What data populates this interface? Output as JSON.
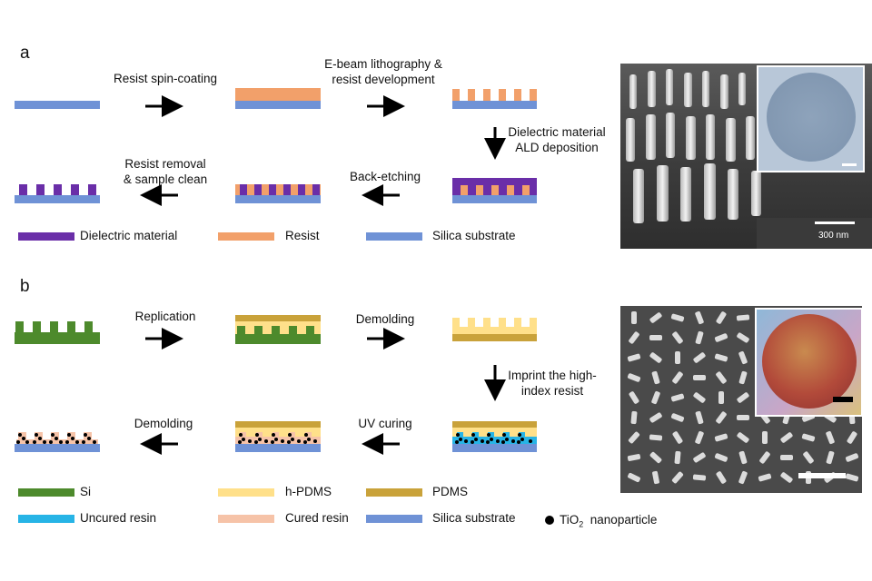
{
  "colors": {
    "dielectric": "#6a2ea8",
    "resist": "#f2a06a",
    "silica": "#6f92d6",
    "si": "#4d8a2c",
    "h_pdms": "#ffe08a",
    "pdms": "#c9a23a",
    "uncured": "#27b4e6",
    "cured": "#f6c3a8",
    "arrow": "#000000"
  },
  "panel_a": {
    "letter": "a",
    "steps": {
      "spin": "Resist spin-coating",
      "ebeam_1": "E-beam lithography &",
      "ebeam_2": "resist development",
      "ald_1": "Dielectric material",
      "ald_2": "ALD deposition",
      "backetch": "Back-etching",
      "removal_1": "Resist removal",
      "removal_2": "& sample clean"
    },
    "legend": {
      "dielectric": "Dielectric material",
      "resist": "Resist",
      "silica": "Silica substrate"
    },
    "sem_scale": "300 nm"
  },
  "panel_b": {
    "letter": "b",
    "steps": {
      "replication": "Replication",
      "demolding_1": "Demolding",
      "imprint_1": "Imprint the high-",
      "imprint_2": "index resist",
      "uv": "UV curing",
      "demolding_2": "Demolding"
    },
    "legend": {
      "si": "Si",
      "h_pdms": "h-PDMS",
      "pdms": "PDMS",
      "uncured": "Uncured resin",
      "cured": "Cured resin",
      "silica": "Silica substrate",
      "tio2_main": "TiO",
      "tio2_sub": "2",
      "tio2_rest": "nanoparticle"
    }
  }
}
